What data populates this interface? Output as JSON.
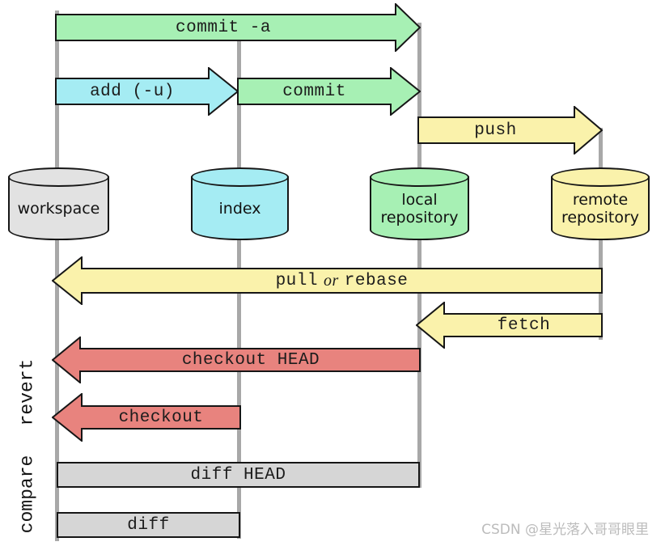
{
  "colors": {
    "green": "#a7f0b4",
    "cyan": "#a5ecf3",
    "yellow": "#faf2ab",
    "red": "#e8837e",
    "gray": "#d6d6d6",
    "cylgray": "#e2e2e2",
    "line": "#a8a8a8",
    "text": "#1c1c1c",
    "watermark": "#bcbcbc"
  },
  "nodes": {
    "workspace": {
      "lines": [
        "workspace"
      ]
    },
    "index": {
      "lines": [
        "index"
      ]
    },
    "local": {
      "lines": [
        "local",
        "repository"
      ]
    },
    "remote": {
      "lines": [
        "remote",
        "repository"
      ]
    }
  },
  "commands": {
    "commit_a": "commit -a",
    "add": "add (-u)",
    "commit": "commit",
    "push": "push",
    "pull_pre": "pull",
    "pull_or": "or",
    "pull_post": "rebase",
    "fetch": "fetch",
    "checkout_head": "checkout HEAD",
    "checkout": "checkout",
    "diff_head": "diff HEAD",
    "diff": "diff"
  },
  "side_labels": {
    "revert": "revert",
    "compare": "compare"
  },
  "watermark": "CSDN @星光落入哥哥眼里"
}
